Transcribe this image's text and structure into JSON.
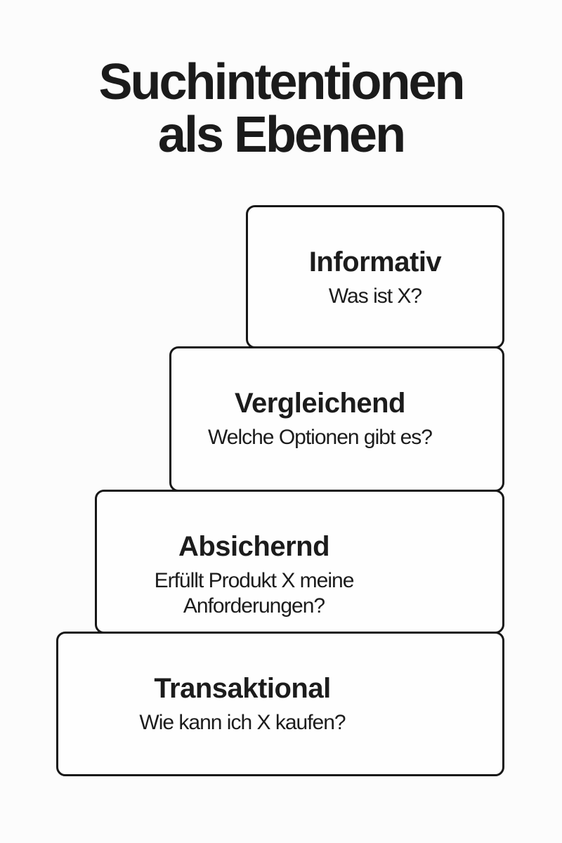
{
  "title": {
    "line1": "Suchintentionen",
    "line2": "als Ebenen"
  },
  "layers": [
    {
      "name": "informativ",
      "title": "Informativ",
      "question": "Was ist X?"
    },
    {
      "name": "vergleichend",
      "title": "Vergleichend",
      "question": "Welche Optionen gibt es?"
    },
    {
      "name": "absichernd",
      "title": "Absichernd",
      "question": "Erfüllt Produkt X meine Anforderungen?"
    },
    {
      "name": "transaktional",
      "title": "Transaktional",
      "question": "Wie kann ich X kaufen?"
    }
  ],
  "colors": {
    "background": "#fcfcfc",
    "box_fill": "#fefefe",
    "border": "#171717",
    "text": "#1b1b1b"
  }
}
